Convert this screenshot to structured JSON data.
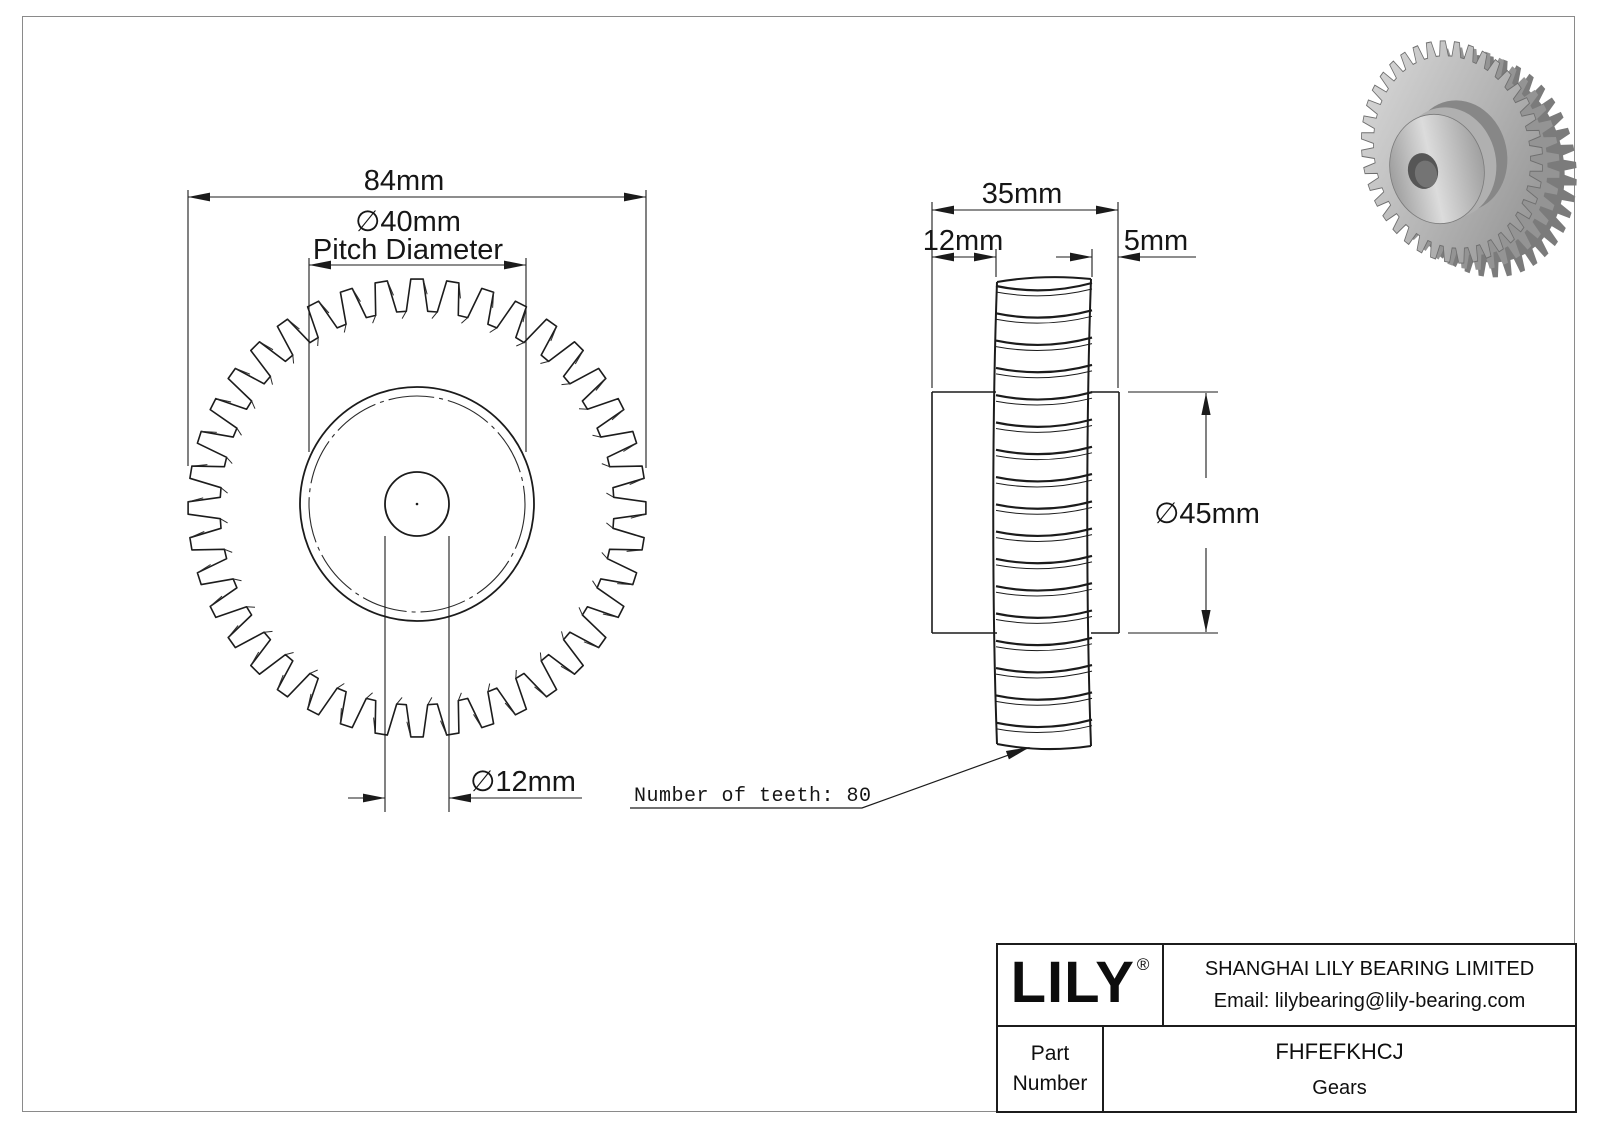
{
  "front_view": {
    "overall_width": "84mm",
    "pitch_dia": "∅40mm",
    "pitch_label": "Pitch Diameter",
    "bore_dia": "∅12mm",
    "teeth_note": "Number of teeth: 80",
    "teeth_drawn": 40
  },
  "side_view": {
    "total_width": "35mm",
    "left_hub_width": "12mm",
    "right_hub_width": "5mm",
    "hub_dia": "∅45mm",
    "teeth_rows_drawn": 17
  },
  "render_3d": {
    "teeth_drawn": 40,
    "metal_light": "#d9d9d9",
    "metal_mid": "#9a9a9a",
    "metal_dark": "#7b7b7b"
  },
  "line_color": "#1b1b1b",
  "title_block": {
    "logo": "LILY",
    "registered": "®",
    "company": "SHANGHAI LILY BEARING LIMITED",
    "email": "Email: lilybearing@lily-bearing.com",
    "part_label_1": "Part",
    "part_label_2": "Number",
    "part_number": "FHFEFKHCJ",
    "category": "Gears"
  }
}
